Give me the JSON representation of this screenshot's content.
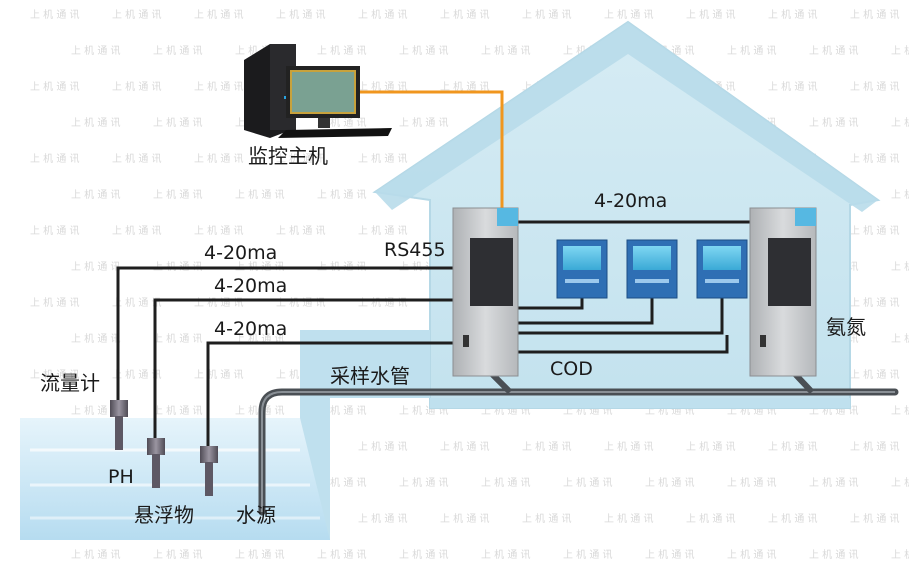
{
  "labels": {
    "monitor_host": "监控主机",
    "rs455": "RS455",
    "signal_top": "4-20ma",
    "signal_1": "4-20ma",
    "signal_2": "4-20ma",
    "signal_3": "4-20ma",
    "cod": "COD",
    "ammonia": "氨氮",
    "sampling_pipe": "采样水管",
    "flowmeter": "流量计",
    "ph": "PH",
    "suspended": "悬浮物",
    "water_source": "水源"
  },
  "watermark_text": "上 机 通 讯",
  "colors": {
    "house_fill": "#cbe5ef",
    "house_edge": "#a9d2e2",
    "water": "#b9def0",
    "cable_orange": "#f0961e",
    "cable_dark": "#1e1e1e",
    "cabinet": "#c8cacc",
    "pipe": "#4a4f54"
  }
}
